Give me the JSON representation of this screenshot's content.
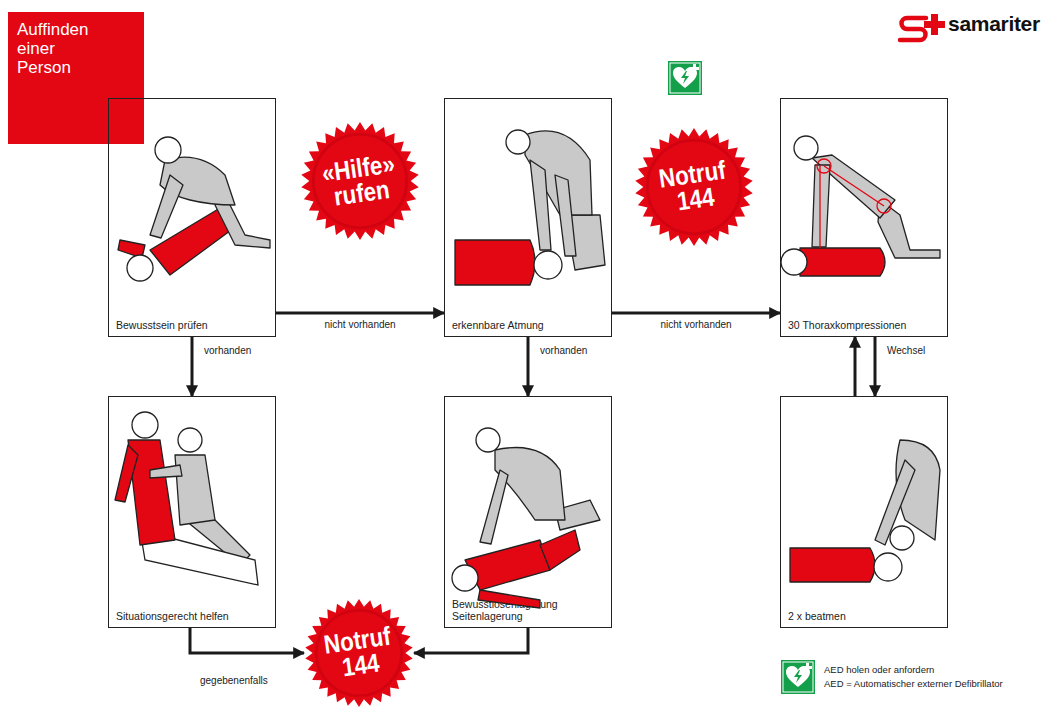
{
  "diagram": {
    "title": "Auffinden einer Person",
    "nodes": [
      {
        "text": [
          "Bewusstsein prüfen"
        ]
      },
      {
        "text": [
          "«Hilfe» rufen"
        ]
      },
      {
        "text": [
          "erkennbare Atmung"
        ]
      },
      {
        "text": [
          "Notruf 144"
        ]
      },
      {
        "text": [
          "30 Thoraxkompressionen"
        ]
      },
      {
        "text": [
          "Situationsgerecht helfen"
        ]
      },
      {
        "text": [
          "Bewusstlosenlagerung Seitenlagerung"
        ]
      },
      {
        "text": [
          "2 x beatmen"
        ]
      },
      {
        "text": [
          "Notruf 144"
        ]
      }
    ],
    "edges": [
      {
        "from": 0,
        "to": 2,
        "label": "nicht vorhanden",
        "arrow": "to"
      },
      {
        "from": 2,
        "to": 4,
        "label": "nicht vorhanden",
        "arrow": "to"
      },
      {
        "from": 0,
        "to": 5,
        "label": "vorhanden",
        "arrow": "to"
      },
      {
        "from": 2,
        "to": 6,
        "label": "vorhanden",
        "arrow": "to"
      },
      {
        "from": 4,
        "to": 7,
        "label": "Wechsel",
        "arrow": "to"
      },
      {
        "from": 7,
        "to": 4,
        "arrow": "to"
      },
      {
        "from": 5,
        "to": 8,
        "label": "gegebenenfalls",
        "arrow": "to"
      },
      {
        "from": 6,
        "to": 8,
        "arrow": "to"
      }
    ],
    "labels": [
      "samariter"
    ],
    "legend": [
      {
        "text": "AED holen oder anfordern"
      },
      {
        "text": "AED = Automatischer externer Defibrillator"
      }
    ]
  }
}
